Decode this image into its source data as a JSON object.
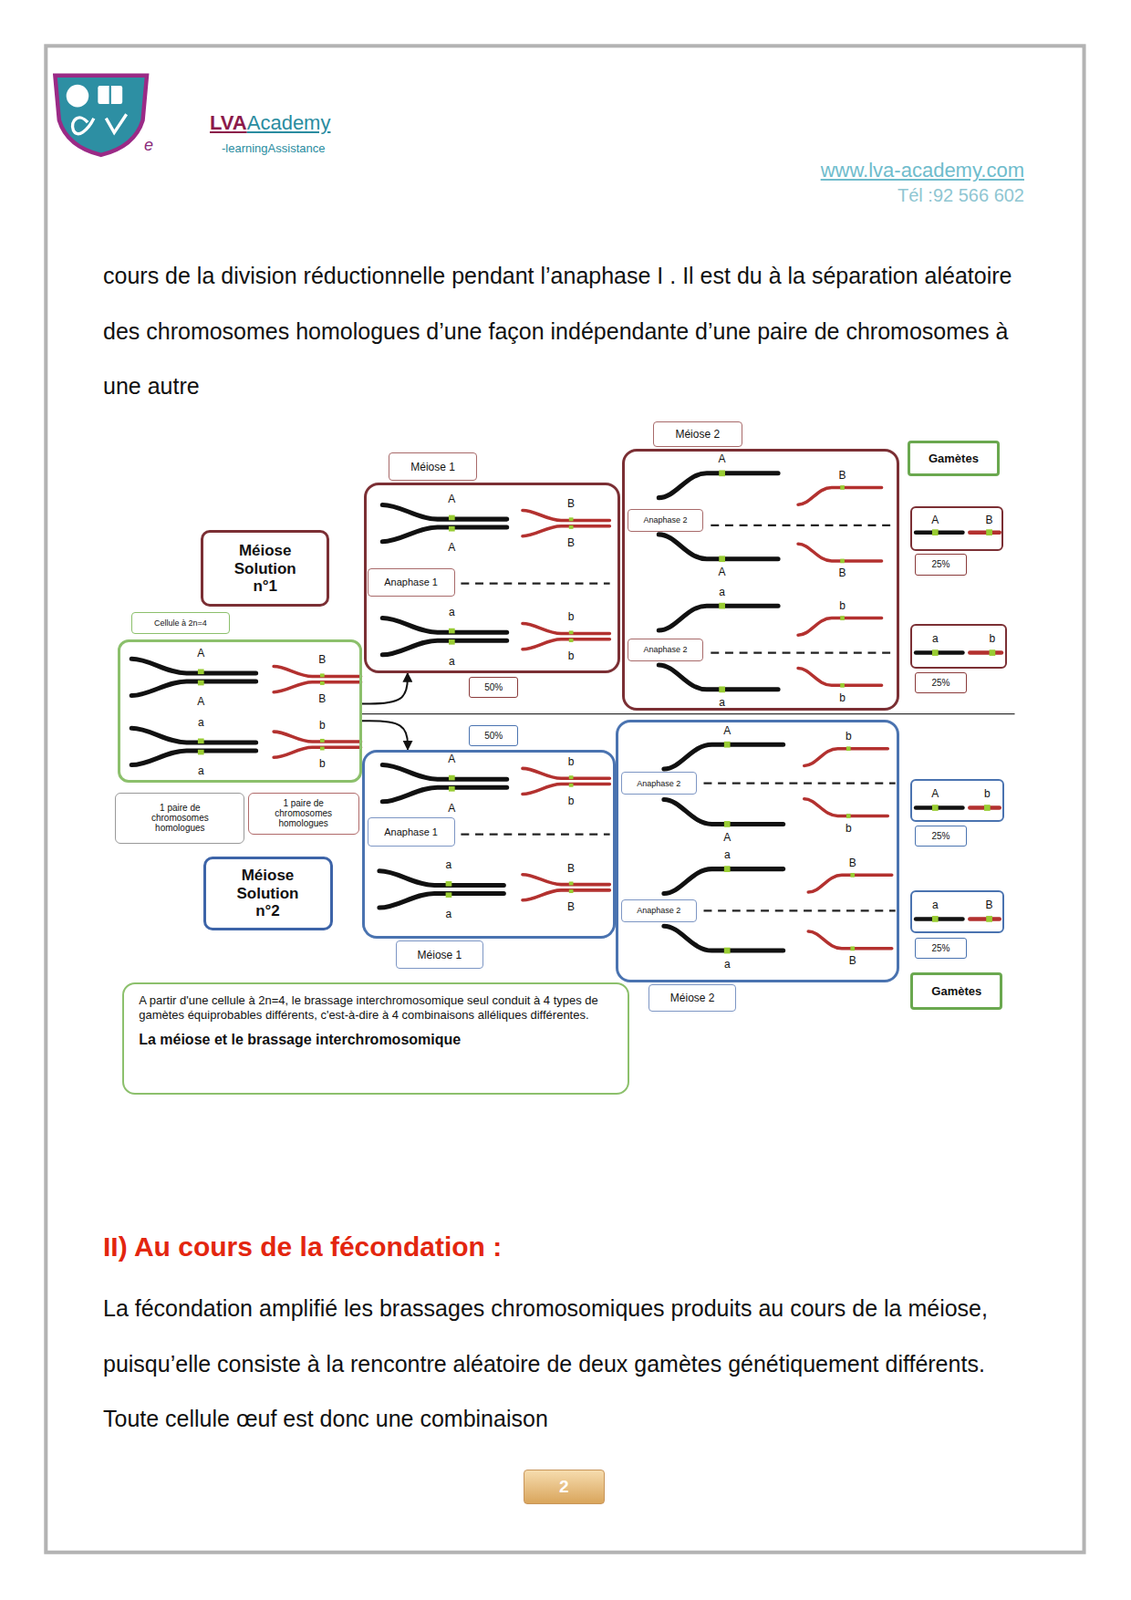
{
  "diagram": {
    "nodes": [
      {
        "text": [
          "Méiose 2"
        ]
      },
      {
        "text": [
          "Gamètes"
        ]
      },
      {
        "text": [
          "Méiose 1"
        ]
      },
      {
        "text": [
          "A",
          "A",
          "B",
          "B",
          "a",
          "a",
          "b",
          "b"
        ]
      },
      {
        "text": [
          "Anaphase 1"
        ],
        "in": 3
      },
      {
        "text": [
          "A",
          "B",
          "A",
          "B",
          "a",
          "b",
          "a",
          "b"
        ]
      },
      {
        "text": [
          "Anaphase 2"
        ],
        "in": 5
      },
      {
        "text": [
          "Anaphase 2"
        ],
        "in": 5
      },
      {
        "text": [
          "A",
          "B"
        ]
      },
      {
        "text": [
          "25%"
        ]
      },
      {
        "text": [
          "Méiose Solution n°1"
        ]
      },
      {
        "text": [
          "Cellule à 2n=4"
        ]
      },
      {
        "text": [
          "A",
          "A",
          "B",
          "B",
          "a",
          "a",
          "b",
          "b"
        ]
      },
      {
        "text": [
          "a",
          "b"
        ]
      },
      {
        "text": [
          "25%"
        ]
      },
      {
        "text": [
          "50%"
        ]
      },
      {
        "text": [
          "50%"
        ]
      },
      {
        "text": [
          "A",
          "A",
          "b",
          "b",
          "a",
          "a",
          "B",
          "B"
        ]
      },
      {
        "text": [
          "Anaphase 1"
        ],
        "in": 17
      },
      {
        "text": [
          "A",
          "b",
          "A",
          "b",
          "a",
          "B",
          "a",
          "B"
        ]
      },
      {
        "text": [
          "Anaphase 2"
        ],
        "in": 19
      },
      {
        "text": [
          "Anaphase 2"
        ],
        "in": 19
      },
      {
        "text": [
          "A",
          "b"
        ]
      },
      {
        "text": [
          "25%"
        ]
      },
      {
        "text": [
          "1 paire de chromosomes homologues"
        ]
      },
      {
        "text": [
          "1 paire de chromosomes homologues"
        ]
      },
      {
        "text": [
          "Méiose Solution n°2"
        ]
      },
      {
        "text": [
          "a",
          "B"
        ]
      },
      {
        "text": [
          "25%"
        ]
      },
      {
        "text": [
          "Méiose 1"
        ]
      },
      {
        "text": [
          "Méiose 2"
        ]
      },
      {
        "text": [
          "Gamètes"
        ]
      },
      {
        "text": [
          "A partir d'une cellule à 2n=4, le brassage interchromosomique seul conduit à 4 types de gamètes équiprobables différents, c'est-à-dire à 4 combinaisons alléliques différentes.",
          "La méiose et le brassage interchromosomique"
        ]
      },
      {
        "text": [
          "2"
        ]
      }
    ],
    "edges": [
      {
        "from": 12,
        "to": 3,
        "arrow": "to"
      },
      {
        "from": 12,
        "to": 17,
        "arrow": "to"
      }
    ],
    "labels": [
      "LVA",
      "Academy",
      "e",
      "-learningAssistance",
      "www.lva-academy.com",
      "Tél :92 566 602",
      "cours de la division réductionnelle pendant l’anaphase I . Il est du à la séparation aléatoire des chromosomes homologues d’une façon indépendante d’une paire de chromosomes à une autre",
      "II) Au cours de la fécondation :",
      "La fécondation amplifié les brassages chromosomiques produits au cours de la méiose, puisqu’elle consiste à la rencontre aléatoire de deux gamètes génétiquement différents. Toute cellule œuf est donc une combinaison"
    ]
  }
}
